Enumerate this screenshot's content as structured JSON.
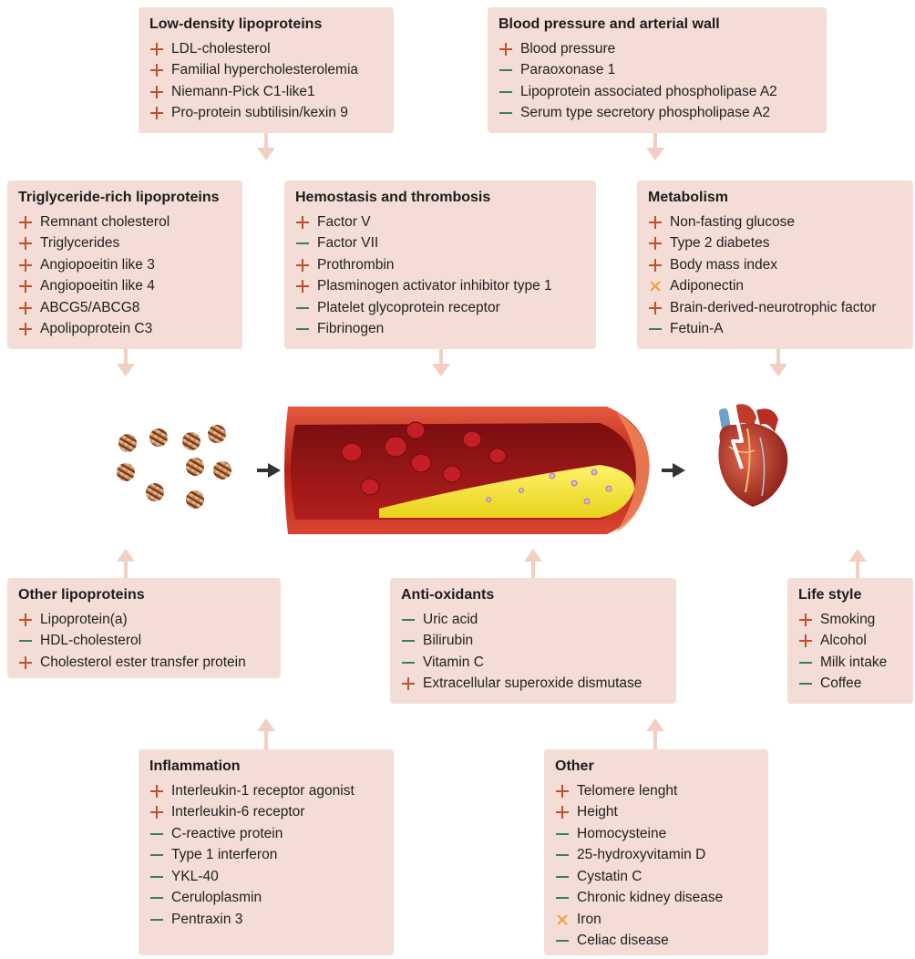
{
  "legend_symbols": {
    "plus": "+",
    "minus": "—",
    "cross": "×"
  },
  "colors": {
    "box_bg": "#f3ddd6",
    "plus": "#c0502a",
    "minus": "#3a7d5e",
    "cross": "#eba23a",
    "arrow": "#f2cfc2",
    "dark_arrow": "#333333"
  },
  "boxes": {
    "ldl": {
      "title": "Low-density lipoproteins",
      "items": [
        {
          "sign": "plus",
          "label": "LDL-cholesterol"
        },
        {
          "sign": "plus",
          "label": "Familial hypercholesterolemia"
        },
        {
          "sign": "plus",
          "label": "Niemann-Pick C1-like1"
        },
        {
          "sign": "plus",
          "label": "Pro-protein subtilisin/kexin 9"
        }
      ]
    },
    "bp": {
      "title": "Blood pressure and arterial wall",
      "items": [
        {
          "sign": "plus",
          "label": "Blood pressure"
        },
        {
          "sign": "minus",
          "label": "Paraoxonase 1"
        },
        {
          "sign": "minus",
          "label": "Lipoprotein associated phospholipase A2"
        },
        {
          "sign": "minus",
          "label": "Serum type secretory phospholipase A2"
        }
      ]
    },
    "trl": {
      "title": "Triglyceride-rich lipoproteins",
      "items": [
        {
          "sign": "plus",
          "label": "Remnant cholesterol"
        },
        {
          "sign": "plus",
          "label": "Triglycerides"
        },
        {
          "sign": "plus",
          "label": "Angiopoeitin like 3"
        },
        {
          "sign": "plus",
          "label": "Angiopoeitin like 4"
        },
        {
          "sign": "plus",
          "label": "ABCG5/ABCG8"
        },
        {
          "sign": "plus",
          "label": "Apolipoprotein C3"
        }
      ]
    },
    "hemo": {
      "title": "Hemostasis and thrombosis",
      "items": [
        {
          "sign": "plus",
          "label": "Factor V"
        },
        {
          "sign": "minus",
          "label": "Factor VII"
        },
        {
          "sign": "plus",
          "label": "Prothrombin"
        },
        {
          "sign": "plus",
          "label": "Plasminogen activator inhibitor type 1"
        },
        {
          "sign": "minus",
          "label": "Platelet glycoprotein receptor"
        },
        {
          "sign": "minus",
          "label": "Fibrinogen"
        }
      ]
    },
    "meta": {
      "title": "Metabolism",
      "items": [
        {
          "sign": "plus",
          "label": "Non-fasting glucose"
        },
        {
          "sign": "plus",
          "label": "Type 2 diabetes"
        },
        {
          "sign": "plus",
          "label": "Body mass index"
        },
        {
          "sign": "cross",
          "label": "Adiponectin"
        },
        {
          "sign": "plus",
          "label": "Brain-derived-neurotrophic factor"
        },
        {
          "sign": "minus",
          "label": "Fetuin-A"
        }
      ]
    },
    "olp": {
      "title": "Other lipoproteins",
      "items": [
        {
          "sign": "plus",
          "label": "Lipoprotein(a)"
        },
        {
          "sign": "minus",
          "label": "HDL-cholesterol"
        },
        {
          "sign": "plus",
          "label": "Cholesterol ester transfer protein"
        }
      ]
    },
    "anti": {
      "title": "Anti-oxidants",
      "items": [
        {
          "sign": "minus",
          "label": "Uric acid"
        },
        {
          "sign": "minus",
          "label": "Bilirubin"
        },
        {
          "sign": "minus",
          "label": "Vitamin C"
        },
        {
          "sign": "plus",
          "label": "Extracellular superoxide dismutase"
        }
      ]
    },
    "life": {
      "title": "Life style",
      "items": [
        {
          "sign": "plus",
          "label": "Smoking"
        },
        {
          "sign": "plus",
          "label": "Alcohol"
        },
        {
          "sign": "minus",
          "label": "Milk intake"
        },
        {
          "sign": "minus",
          "label": "Coffee"
        }
      ]
    },
    "infl": {
      "title": "Inflammation",
      "items": [
        {
          "sign": "plus",
          "label": "Interleukin-1 receptor agonist"
        },
        {
          "sign": "plus",
          "label": "Interleukin-6 receptor"
        },
        {
          "sign": "minus",
          "label": "C-reactive protein"
        },
        {
          "sign": "minus",
          "label": "Type 1 interferon"
        },
        {
          "sign": "minus",
          "label": "YKL-40"
        },
        {
          "sign": "minus",
          "label": "Ceruloplasmin"
        },
        {
          "sign": "minus",
          "label": "Pentraxin 3"
        }
      ]
    },
    "other": {
      "title": "Other",
      "items": [
        {
          "sign": "plus",
          "label": "Telomere lenght"
        },
        {
          "sign": "plus",
          "label": "Height"
        },
        {
          "sign": "minus",
          "label": "Homocysteine"
        },
        {
          "sign": "minus",
          "label": "25-hydroxyvitamin D"
        },
        {
          "sign": "minus",
          "label": "Cystatin C"
        },
        {
          "sign": "minus",
          "label": "Chronic kidney disease"
        },
        {
          "sign": "cross",
          "label": "Iron"
        },
        {
          "sign": "minus",
          "label": "Celiac disease"
        }
      ]
    }
  },
  "illustrations": {
    "lipoprotein_particles": "lipoprotein-particles-illustration",
    "artery": "atherosclerotic-artery-illustration",
    "heart": "heart-illustration"
  }
}
